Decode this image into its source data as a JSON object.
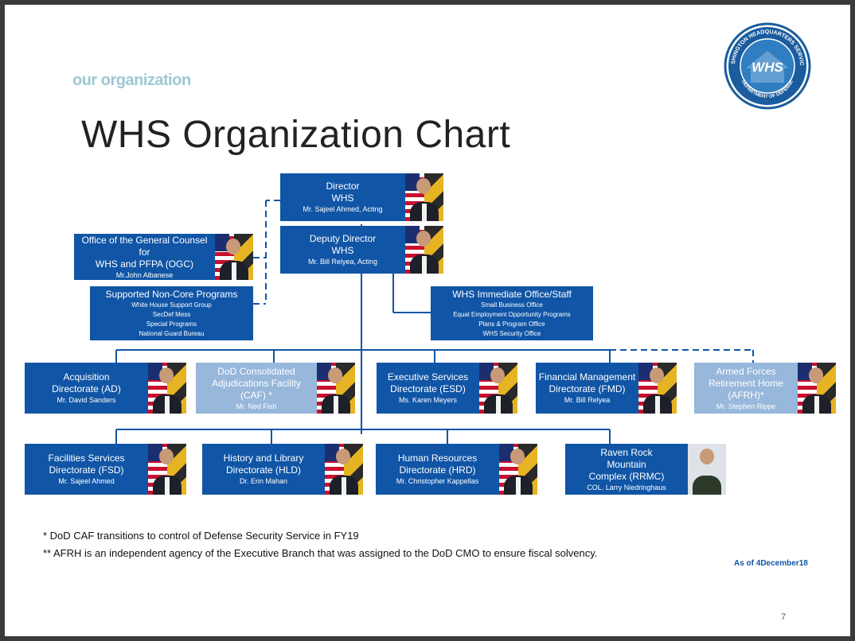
{
  "header": {
    "kicker": "our organization",
    "title": "WHS Organization Chart",
    "seal": {
      "ring_text": "WASHINGTON HEADQUARTERS SERVICES",
      "bottom_text": "DEPARTMENT OF DEFENSE",
      "center": "WHS"
    }
  },
  "colors": {
    "box": "#1055a6",
    "box_light": "#97b7db",
    "kicker": "#9cc8d3",
    "asof": "#1055a6"
  },
  "boxes": {
    "director": {
      "lines": [
        "Director",
        "WHS"
      ],
      "name": "Mr. Sajeel Ahmed, Acting"
    },
    "deputy": {
      "lines": [
        "Deputy Director",
        "WHS"
      ],
      "name": "Mr. Bill Relyea, Acting"
    },
    "ogc": {
      "lines": [
        "Office of the General Counsel for",
        "WHS and PFPA (OGC)"
      ],
      "name": "Mr.John Albanese"
    },
    "noncore": {
      "title": "Supported Non-Core Programs",
      "items": [
        "White House Support Group",
        "SecDef Mess",
        "Special Programs",
        "National Guard Bureau"
      ]
    },
    "immediate": {
      "title": "WHS Immediate Office/Staff",
      "items": [
        "Small Business Office",
        "Equal Employment Opportunity Programs",
        "Plans & Program Office",
        "WHS Security Office"
      ]
    },
    "ad": {
      "lines": [
        "Acquisition",
        "Directorate (AD)"
      ],
      "name": "Mr. David Sanders"
    },
    "caf": {
      "lines": [
        "DoD Consolidated",
        "Adjudications Facility (CAF) *"
      ],
      "name": "Mr. Ned Fish"
    },
    "esd": {
      "lines": [
        "Executive Services",
        "Directorate (ESD)"
      ],
      "name": "Ms. Karen Meyers"
    },
    "fmd": {
      "lines": [
        "Financial Management",
        "Directorate (FMD)"
      ],
      "name": "Mr. Bill Relyea"
    },
    "afrh": {
      "lines": [
        "Armed Forces",
        "Retirement Home (AFRH)*"
      ],
      "name": "Mr. Stephen Rippe"
    },
    "fsd": {
      "lines": [
        "Facilities Services",
        "Directorate (FSD)"
      ],
      "name": "Mr. Sajeel Ahmed"
    },
    "hld": {
      "lines": [
        "History and Library",
        "Directorate (HLD)"
      ],
      "name": "Dr. Erin Mahan"
    },
    "hrd": {
      "lines": [
        "Human Resources",
        "Directorate (HRD)"
      ],
      "name": "Mr. Christopher Kappellas"
    },
    "rrmc": {
      "lines": [
        "Raven Rock",
        "Mountain",
        "Complex (RRMC)"
      ],
      "name": "COL. Larry Niedringhaus"
    }
  },
  "footnotes": [
    "* DoD CAF transitions to control of Defense Security Service in FY19",
    "** AFRH is an independent agency of the Executive Branch that was assigned to the DoD CMO to ensure fiscal solvency."
  ],
  "as_of": "As of  4December18",
  "page_number": "7"
}
